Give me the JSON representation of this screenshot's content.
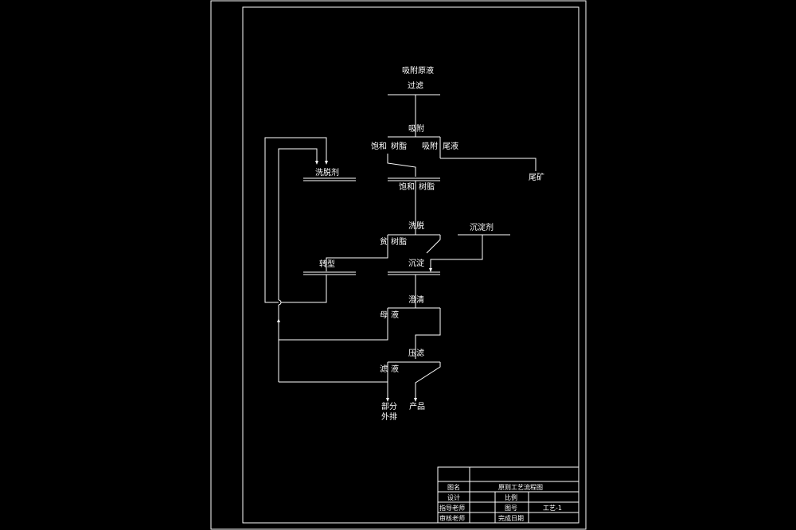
{
  "diagram": {
    "feed": "吸附原液",
    "steps": {
      "filter": "过滤",
      "adsorb": "吸附",
      "elute": "洗脱",
      "clarify": "澄清",
      "press_filter": "压滤"
    },
    "outputs": {
      "saturated_resin": [
        "饱和",
        "树脂"
      ],
      "adsorption_tail": [
        "吸附",
        "尾液"
      ],
      "saturated_resin_2": [
        "饱和",
        "树脂"
      ],
      "lean_resin": [
        "贫",
        "树脂"
      ],
      "precipitate": "沉淀",
      "mother_liquor": [
        "母",
        "液"
      ],
      "filtrate": [
        "滤",
        "液"
      ],
      "partial_discharge": [
        "部分",
        "外排"
      ],
      "product": "产品"
    },
    "inputs": {
      "eluent": "洗脱剂",
      "precipitant": "沉淀剂",
      "transform": "转型"
    },
    "tailings": "尾矿"
  },
  "title_block": {
    "drawing_name_label": "图名",
    "drawing_name": "原则工艺流程图",
    "designer_label": "设计",
    "scale_label": "比例",
    "supervisor_label": "指导老师",
    "drawing_no_label": "图号",
    "drawing_no": "工艺-1",
    "reviewer_label": "审核老师",
    "date_label": "完成日期"
  }
}
